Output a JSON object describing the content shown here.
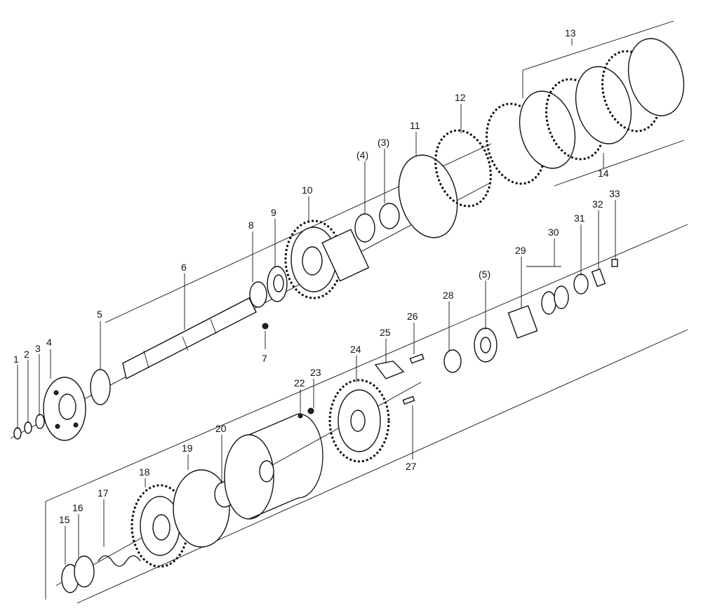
{
  "callouts": [
    {
      "id": "c1",
      "text": "1"
    },
    {
      "id": "c2",
      "text": "2"
    },
    {
      "id": "c3",
      "text": "3"
    },
    {
      "id": "c4",
      "text": "4"
    },
    {
      "id": "c5",
      "text": "5"
    },
    {
      "id": "c6",
      "text": "6"
    },
    {
      "id": "c7",
      "text": "7"
    },
    {
      "id": "c8",
      "text": "8"
    },
    {
      "id": "c9",
      "text": "9"
    },
    {
      "id": "c10",
      "text": "10"
    },
    {
      "id": "c11",
      "text": "11"
    },
    {
      "id": "c12",
      "text": "12"
    },
    {
      "id": "c13",
      "text": "13"
    },
    {
      "id": "c14",
      "text": "14"
    },
    {
      "id": "c15",
      "text": "15"
    },
    {
      "id": "c16",
      "text": "16"
    },
    {
      "id": "c17",
      "text": "17"
    },
    {
      "id": "c18",
      "text": "18"
    },
    {
      "id": "c19",
      "text": "19"
    },
    {
      "id": "c20",
      "text": "20"
    },
    {
      "id": "c22",
      "text": "22"
    },
    {
      "id": "c23",
      "text": "23"
    },
    {
      "id": "c24",
      "text": "24"
    },
    {
      "id": "c25",
      "text": "25"
    },
    {
      "id": "c26",
      "text": "26"
    },
    {
      "id": "c27",
      "text": "27"
    },
    {
      "id": "c28",
      "text": "28"
    },
    {
      "id": "c29",
      "text": "29"
    },
    {
      "id": "c30",
      "text": "30"
    },
    {
      "id": "c31",
      "text": "31"
    },
    {
      "id": "c32",
      "text": "32"
    },
    {
      "id": "c33",
      "text": "33"
    },
    {
      "id": "c3r",
      "text": "(3)"
    },
    {
      "id": "c5r",
      "text": "(5)"
    },
    {
      "id": "c4r",
      "text": "(4)"
    }
  ]
}
